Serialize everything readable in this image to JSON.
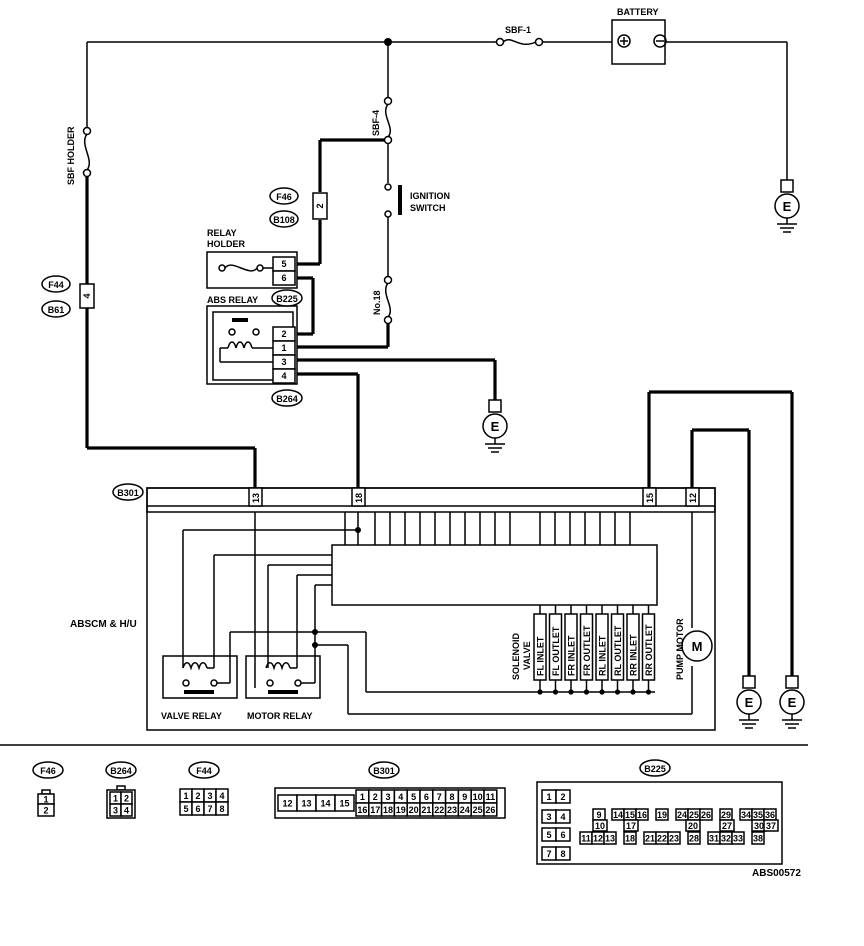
{
  "labels": {
    "battery": "BATTERY",
    "sbf1": "SBF-1",
    "sbf4": "SBF-4",
    "sbf_holder": "SBF HOLDER",
    "ignition_switch_1": "IGNITION",
    "ignition_switch_2": "SWITCH",
    "fuse_no18": "No.18",
    "relay_holder_1": "RELAY",
    "relay_holder_2": "HOLDER",
    "abs_relay": "ABS RELAY",
    "absc_hu": "ABSCM & H/U",
    "solenoid_valve_1": "SOLENOID",
    "solenoid_valve_2": "VALVE",
    "pump_motor": "PUMP MOTOR",
    "motor_symbol": "M",
    "valve_relay": "VALVE RELAY",
    "motor_relay": "MOTOR RELAY",
    "ground": "E",
    "doc_code": "ABS00572"
  },
  "connectors": {
    "f46": "F46",
    "b108": "B108",
    "f44": "F44",
    "b61": "B61",
    "b225": "B225",
    "b264": "B264",
    "b301": "B301"
  },
  "pins": {
    "f46_pin": "2",
    "f44_pin": "4",
    "relay_holder": [
      "5",
      "6"
    ],
    "abs_relay": [
      "2",
      "1",
      "3",
      "4"
    ],
    "b301_13": "13",
    "b301_18": "18",
    "b301_15": "15",
    "b301_12": "12"
  },
  "solenoids": [
    "FL INLET",
    "FL OUTLET",
    "FR INLET",
    "FR OUTLET",
    "RL INLET",
    "RL OUTLET",
    "RR INLET",
    "RR OUTLET"
  ],
  "legend": {
    "f46": {
      "title": "F46",
      "pins": [
        "1",
        "2"
      ]
    },
    "b264": {
      "title": "B264",
      "pins": [
        "1",
        "2",
        "3",
        "4"
      ]
    },
    "f44": {
      "title": "F44",
      "pins": [
        "1",
        "2",
        "3",
        "4",
        "5",
        "6",
        "7",
        "8"
      ]
    },
    "b301": {
      "title": "B301",
      "big": [
        "12",
        "13",
        "14",
        "15"
      ],
      "top": [
        "1",
        "2",
        "3",
        "4",
        "5",
        "6",
        "7",
        "8",
        "9",
        "10",
        "11"
      ],
      "bottom": [
        "16",
        "17",
        "18",
        "19",
        "20",
        "21",
        "22",
        "23",
        "24",
        "25",
        "26"
      ]
    },
    "b225": {
      "title": "B225",
      "left": [
        "1",
        "2",
        "3",
        "4",
        "5",
        "6",
        "7",
        "8"
      ],
      "r1": [
        "9",
        "14",
        "15",
        "16",
        "19",
        "24",
        "25",
        "26",
        "29",
        "34",
        "35",
        "36"
      ],
      "r2": [
        "10",
        "17",
        "20",
        "27",
        "30",
        "37"
      ],
      "r3": [
        "11",
        "12",
        "13",
        "18",
        "21",
        "22",
        "23",
        "28",
        "31",
        "32",
        "33",
        "38"
      ]
    }
  }
}
